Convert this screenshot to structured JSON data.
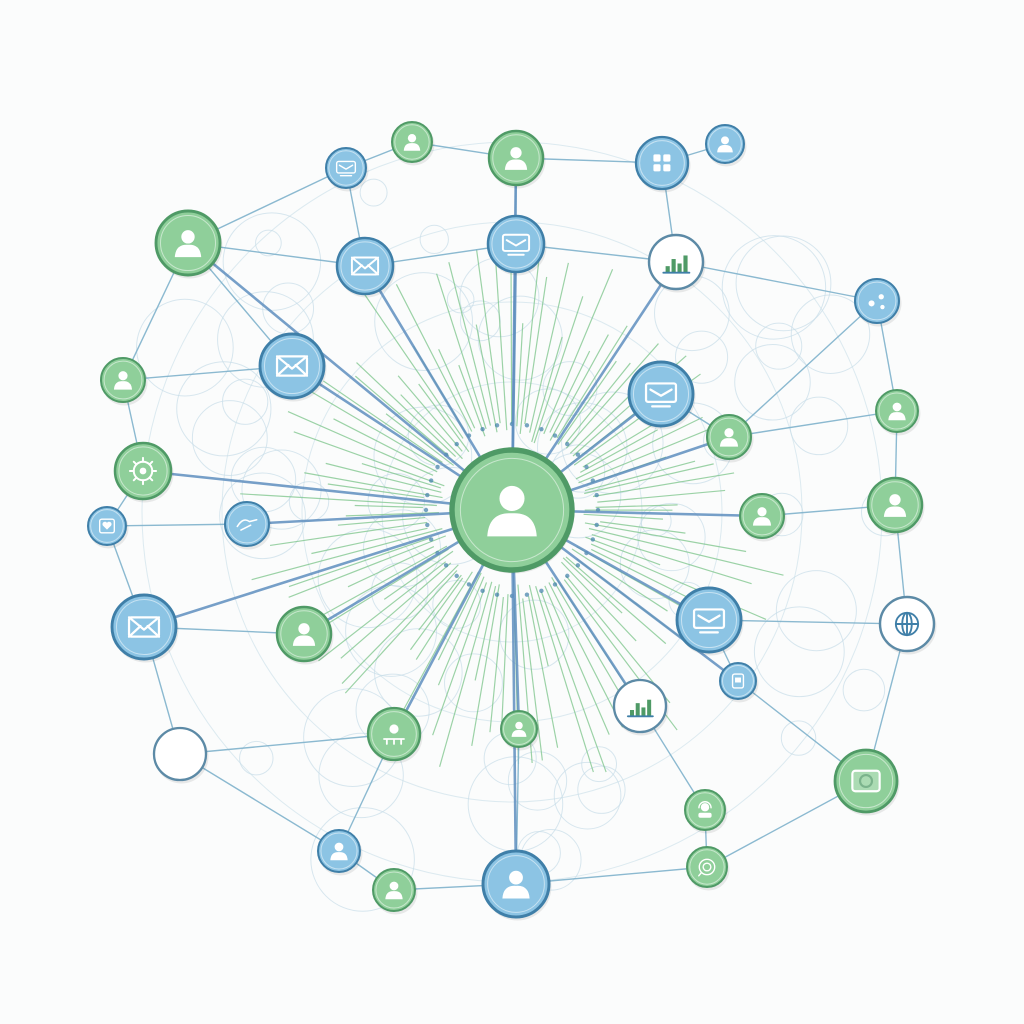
{
  "diagram": {
    "colors": {
      "background": "#fbfcfc",
      "green_fill": "#8fcf9a",
      "green_stroke": "#4f9a66",
      "blue_fill": "#8cc4e4",
      "blue_stroke": "#3f7fa8",
      "white_fill": "#ffffff",
      "white_stroke": "#5c8aa6",
      "spoke_line": "#5f8fbf",
      "ring_line": "#7fb2cc",
      "ray_line": "#7cc48a",
      "faint_circle": "#c8dde8"
    },
    "center": {
      "id": "hub",
      "type": "user",
      "color": "green"
    },
    "nodes": [
      {
        "id": "n1",
        "type": "user",
        "color": "green"
      },
      {
        "id": "n2",
        "type": "server",
        "color": "blue"
      },
      {
        "id": "n3",
        "type": "user",
        "color": "green"
      },
      {
        "id": "n4",
        "type": "grid",
        "color": "blue"
      },
      {
        "id": "n5",
        "type": "user",
        "color": "blue"
      },
      {
        "id": "n6",
        "type": "profile",
        "color": "green"
      },
      {
        "id": "n7",
        "type": "mail",
        "color": "blue"
      },
      {
        "id": "n8",
        "type": "monitor",
        "color": "blue"
      },
      {
        "id": "n9",
        "type": "chart",
        "color": "white"
      },
      {
        "id": "n10",
        "type": "share",
        "color": "blue"
      },
      {
        "id": "n11",
        "type": "user",
        "color": "green"
      },
      {
        "id": "n12",
        "type": "mail",
        "color": "blue"
      },
      {
        "id": "n13",
        "type": "monitor",
        "color": "blue"
      },
      {
        "id": "n14",
        "type": "user",
        "color": "green"
      },
      {
        "id": "n15",
        "type": "user",
        "color": "green"
      },
      {
        "id": "n16",
        "type": "gear",
        "color": "green"
      },
      {
        "id": "n17",
        "type": "user",
        "color": "green"
      },
      {
        "id": "n18",
        "type": "heart",
        "color": "blue"
      },
      {
        "id": "n19",
        "type": "link",
        "color": "blue"
      },
      {
        "id": "n20",
        "type": "user",
        "color": "green"
      },
      {
        "id": "n21",
        "type": "mail",
        "color": "blue"
      },
      {
        "id": "n22",
        "type": "monitor",
        "color": "blue"
      },
      {
        "id": "n23",
        "type": "globe",
        "color": "white"
      },
      {
        "id": "n24",
        "type": "user",
        "color": "green"
      },
      {
        "id": "n25",
        "type": "device",
        "color": "blue"
      },
      {
        "id": "n26",
        "type": "chart",
        "color": "white"
      },
      {
        "id": "n27",
        "type": "user",
        "color": "white"
      },
      {
        "id": "n28",
        "type": "team",
        "color": "green"
      },
      {
        "id": "n29",
        "type": "user",
        "color": "green"
      },
      {
        "id": "n30",
        "type": "camera",
        "color": "green"
      },
      {
        "id": "n31",
        "type": "support",
        "color": "green"
      },
      {
        "id": "n32",
        "type": "user",
        "color": "blue"
      },
      {
        "id": "n33",
        "type": "user",
        "color": "green"
      },
      {
        "id": "n34",
        "type": "user",
        "color": "blue"
      },
      {
        "id": "n35",
        "type": "chat",
        "color": "green"
      }
    ]
  }
}
